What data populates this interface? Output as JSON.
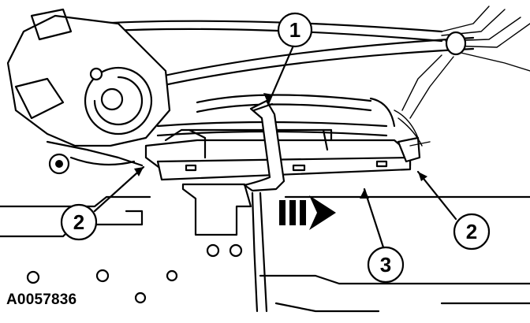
{
  "figure": {
    "id_label": "A0057836"
  },
  "callouts": [
    {
      "number": "1"
    },
    {
      "number": "2"
    },
    {
      "number": "2"
    },
    {
      "number": "3"
    }
  ],
  "direction_arrow": {
    "icon": "triple-chevron-right-arrow"
  }
}
